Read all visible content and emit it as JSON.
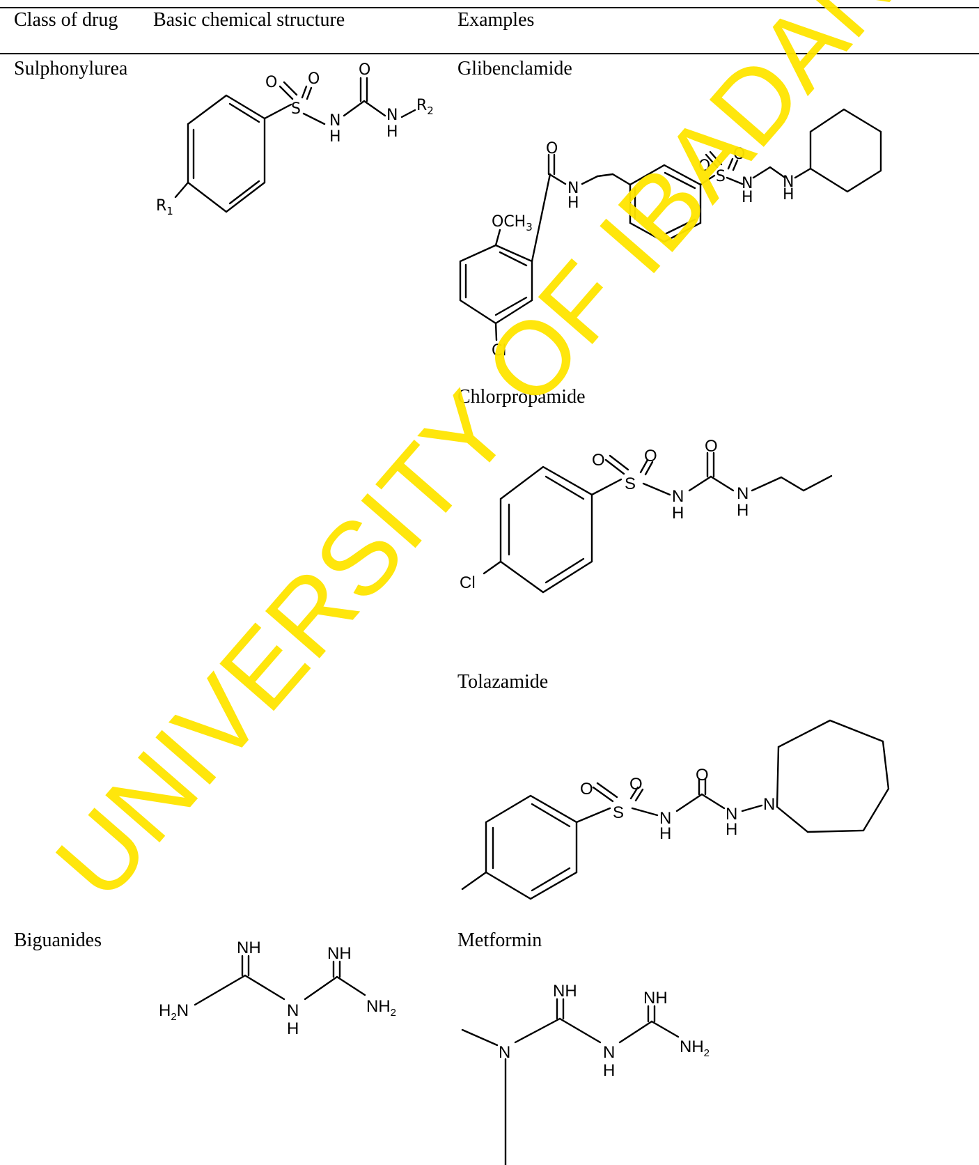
{
  "table": {
    "headers": [
      "Class of drug",
      "Basic chemical structure",
      "Examples"
    ],
    "rows": [
      {
        "class": "Sulphonylurea",
        "examples": [
          "Glibenclamide",
          "Chlorpropamide",
          "Tolazamide"
        ]
      },
      {
        "class": "Biguanides",
        "examples": [
          "Metformin"
        ]
      }
    ]
  },
  "atoms": {
    "O": "O",
    "S": "S",
    "N": "N",
    "H": "H",
    "Cl": "Cl",
    "NH": "NH",
    "H2N_main": "H",
    "H2N_n": "N",
    "NH2_main": "NH",
    "R": "R",
    "R1_sub": "1",
    "R2_sub": "2",
    "OCH3_main": "OCH",
    "OCH3_sub": "3",
    "sub2": "2"
  },
  "watermark": "UNIVERSITY OF IBADAN",
  "colors": {
    "watermark": "#FFE500",
    "text": "#000000"
  }
}
